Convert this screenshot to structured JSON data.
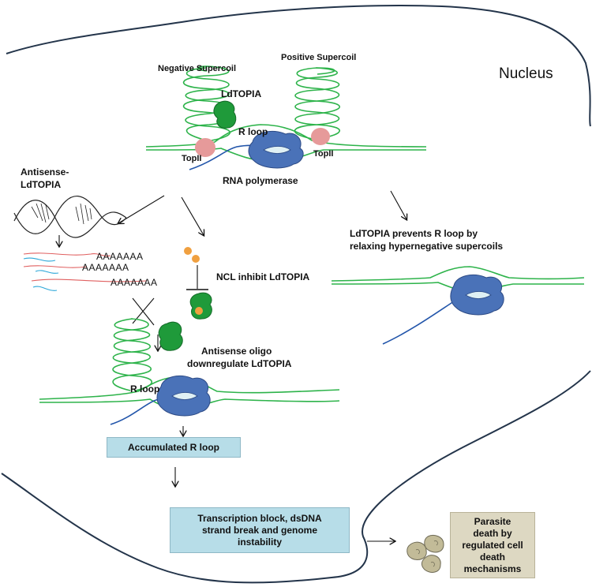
{
  "labels": {
    "nucleus": "Nucleus",
    "negative_supercoil": "Negative Supercoil",
    "positive_supercoil": "Positive Supercoil",
    "ldtopia": "LdTOPIA",
    "r_loop": "R loop",
    "topii_left": "TopII",
    "topii_right": "TopII",
    "rna_polymerase": "RNA polymerase",
    "antisense_line1": "Antisense-",
    "antisense_line2": "LdTOPIA",
    "prevents_line1": "LdTOPIA prevents R loop by",
    "prevents_line2": "relaxing hypernegative supercoils",
    "ncl_inhibit": "NCL inhibit LdTOPIA",
    "antisense_oligo_line1": "Antisense oligo",
    "antisense_oligo_line2": "downregulate LdTOPIA",
    "r_loop_lower": "R loop",
    "polyA_1": "AAAAAAA",
    "polyA_2": "AAAAAAA",
    "polyA_3": "AAAAAAA"
  },
  "boxes": {
    "accumulated": "Accumulated R loop",
    "transcription_line1": "Transcription block, dsDNA",
    "transcription_line2": "strand break and genome",
    "transcription_line3": "instability",
    "parasite_line1": "Parasite",
    "parasite_line2": "death by",
    "parasite_line3": "regulated cell",
    "parasite_line4": "death",
    "parasite_line5": "mechanisms"
  },
  "colors": {
    "dna": "#2db34a",
    "rna": "#2255aa",
    "polymerase": "#4a72b8",
    "ldtopia": "#1f9a3a",
    "topii": "#e69a9a",
    "ncl": "#f0a040",
    "box_blue": "#b7dde8",
    "box_tan": "#ddd8c2",
    "parasite": "#c2bb98"
  }
}
